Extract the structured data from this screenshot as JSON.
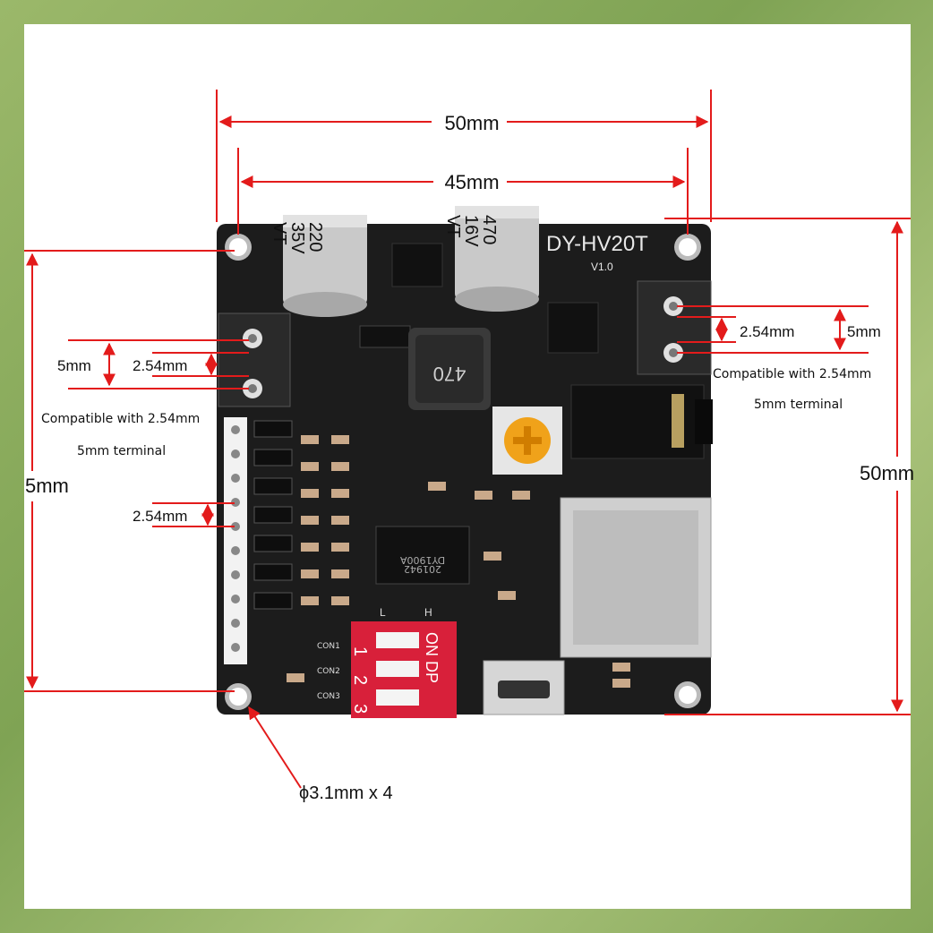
{
  "colors": {
    "dimension": "#e31b1b",
    "pcb": "#1c1c1c",
    "switch": "#d8203a",
    "pot": "#f0a21a"
  },
  "board": {
    "model": "DY-HV20T",
    "version": "V1.0",
    "cap1": [
      "220",
      "35V",
      "VT"
    ],
    "cap2": [
      "470",
      "16V",
      "VT"
    ],
    "inductor": "470",
    "chip": [
      "DY1900A",
      "201942"
    ],
    "switch_top": [
      "L",
      "H"
    ],
    "switch_on": "ON DP",
    "switch_nums": [
      "1",
      "2",
      "3"
    ],
    "con": [
      "CON1",
      "CON2",
      "CON3"
    ]
  },
  "dimensions": {
    "width_outer": "50mm",
    "width_inner": "45mm",
    "height_left": "5mm",
    "height_right": "50mm",
    "left_term_pitch": "5mm",
    "left_term_pin": "2.54mm",
    "left_term_note1": "Compatible with 2.54mm",
    "left_term_note2": "5mm terminal",
    "header_pitch": "2.54mm",
    "right_term_pin": "2.54mm",
    "right_term_pitch": "5mm",
    "right_term_note1": "Compatible with 2.54mm",
    "right_term_note2": "5mm terminal",
    "hole": "ϕ3.1mm x 4"
  }
}
